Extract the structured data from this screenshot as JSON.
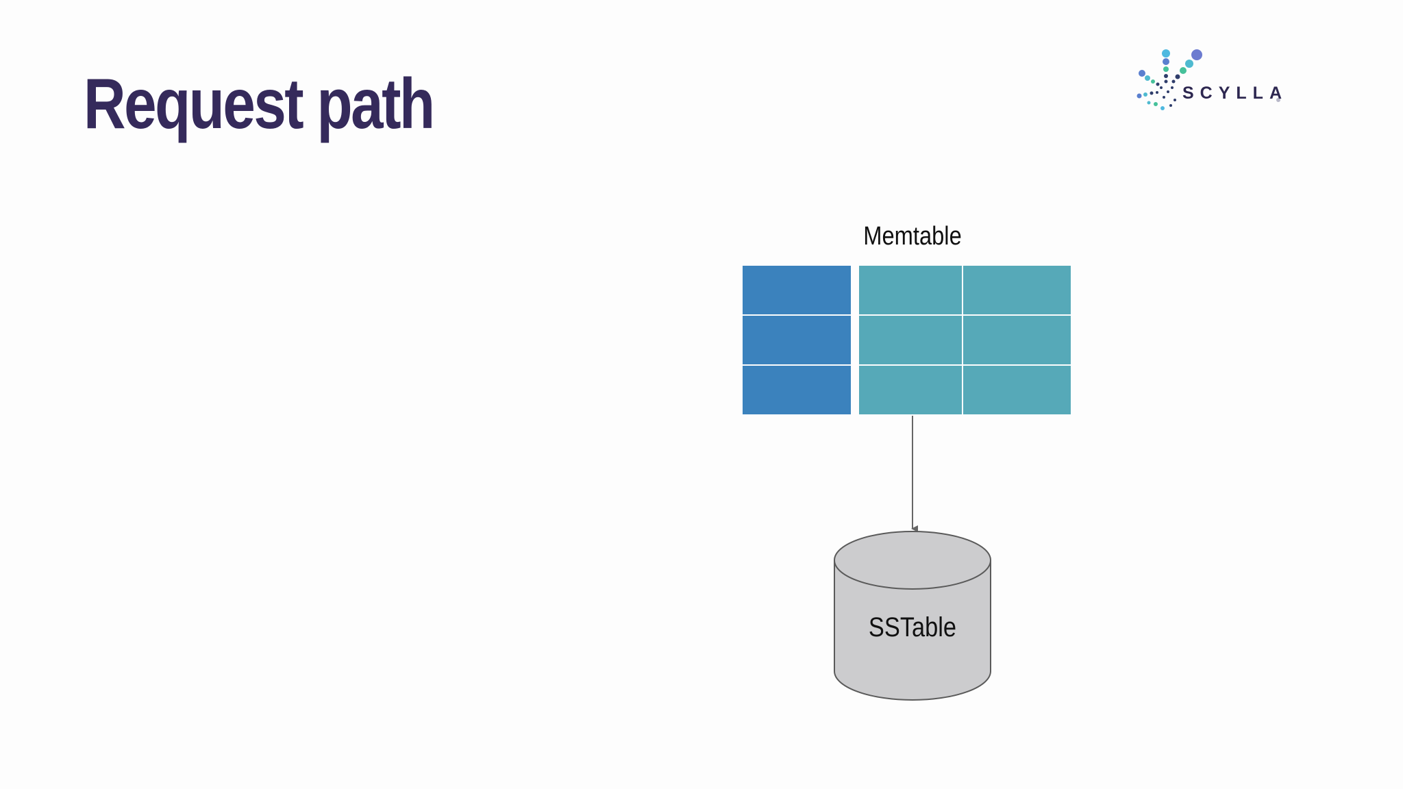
{
  "slide": {
    "title": "Request path"
  },
  "logo": {
    "text": "SCYLLA",
    "icon": "scylla-logo-icon"
  },
  "diagram": {
    "memtable": {
      "label": "Memtable",
      "rows": 3,
      "key_column_color": "#3b82bd",
      "value_column_color": "#56a9b8"
    },
    "sstable": {
      "label": "SSTable",
      "fill_color": "#ccccce"
    }
  },
  "colors": {
    "title": "#352a5b",
    "background": "#fdfdfd",
    "arrow": "#666666"
  }
}
